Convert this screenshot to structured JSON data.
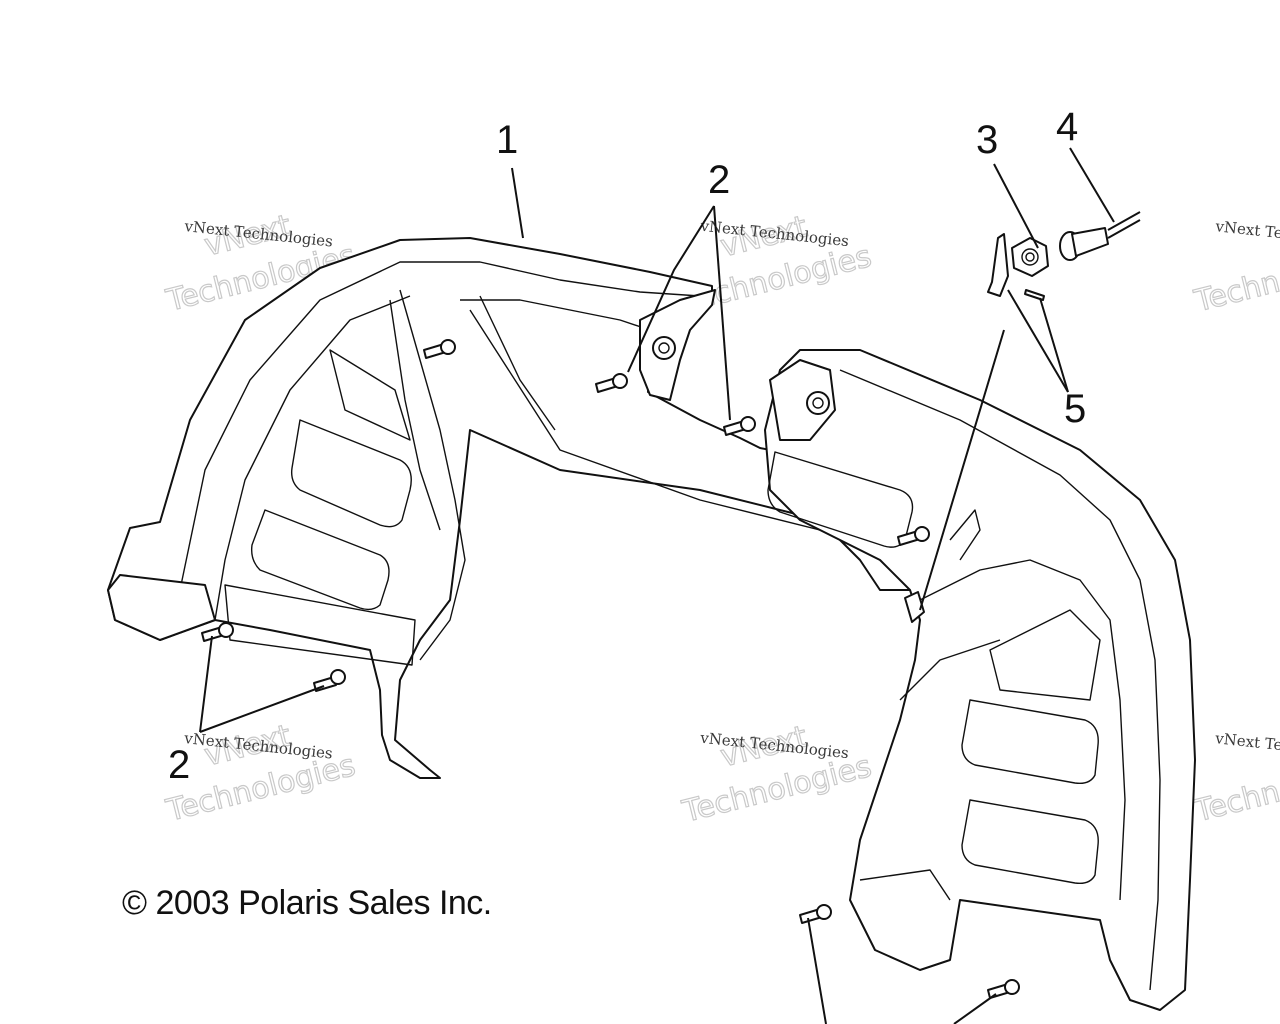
{
  "callouts": {
    "c1": "1",
    "c2_top": "2",
    "c2_left": "2",
    "c3": "3",
    "c4": "4",
    "c5": "5"
  },
  "watermark": {
    "line1": "vNext Technologies",
    "line2": "vNext",
    "line3": "Technologies"
  },
  "copyright": "© 2003 Polaris Sales Inc."
}
